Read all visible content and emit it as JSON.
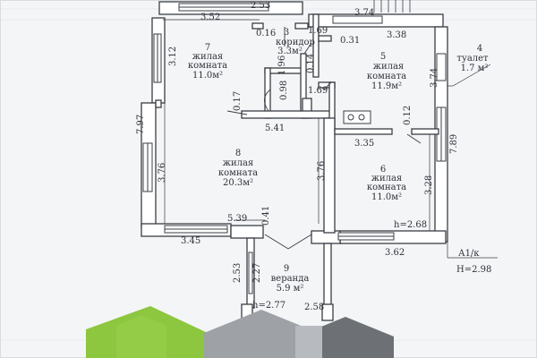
{
  "colors": {
    "paper": "#f4f5f7",
    "ink": "#2e3138",
    "house_green": "#8dc63f",
    "house_gray": "#9ea1a6",
    "house_dark": "#6d7075"
  },
  "rooms": [
    {
      "number": "7",
      "name_line1": "жилая",
      "name_line2": "комната",
      "area": "11.0м²"
    },
    {
      "number": "3",
      "name_line1": "коридор",
      "area": "3.3м²"
    },
    {
      "number": "5",
      "name_line1": "жилая",
      "name_line2": "комната",
      "area": "11.9м²"
    },
    {
      "number": "4",
      "name_line1": "туалет",
      "area": "1.7 м²"
    },
    {
      "number": "8",
      "name_line1": "жилая",
      "name_line2": "комната",
      "area": "20.3м²"
    },
    {
      "number": "6",
      "name_line1": "жилая",
      "name_line2": "комната",
      "area": "11.0м²"
    },
    {
      "number": "9",
      "name_line1": "веранда",
      "area": "5.9 м²"
    }
  ],
  "dimensions": {
    "top_253": "2.53",
    "top_352": "3.52",
    "top_374": "3.74",
    "d_016": "0.16",
    "d_169a": "1.69",
    "d_031": "0.31",
    "d_338": "3.38",
    "d_312": "3.12",
    "d_196": "1.96",
    "d_014": "0.14",
    "d_098": "0.98",
    "d_169b": "1.69",
    "d_374v": "3.74",
    "d_017": "0.17",
    "d_541": "5.41",
    "d_012": "0.12",
    "d_797": "7.97",
    "d_376a": "3.76",
    "d_376b": "3.76",
    "d_335": "3.35",
    "d_789": "7.89",
    "d_328": "3.28",
    "d_539": "5.39",
    "d_041": "0.41",
    "d_h268": "h=2.68",
    "d_345": "3.45",
    "d_362": "3.62",
    "d_253v": "2.53",
    "d_227": "2.27",
    "d_h277": "h=2.77",
    "d_258": "2.58"
  },
  "marks": {
    "a1k": "А1/к",
    "h_total": "H=2.98"
  }
}
